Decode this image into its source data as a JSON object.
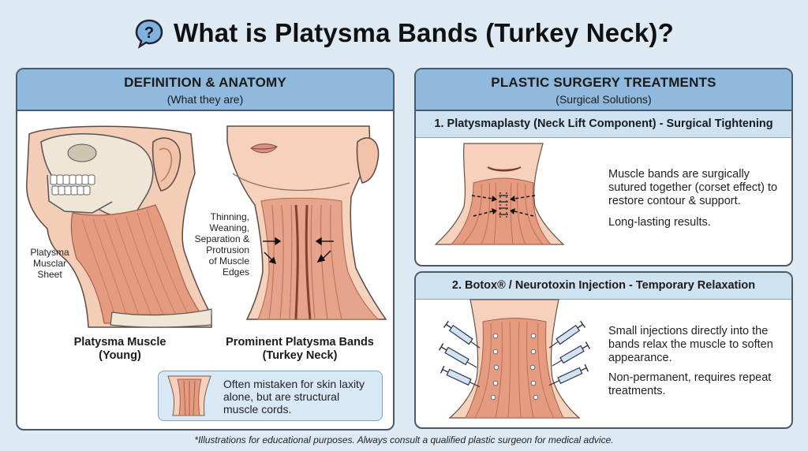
{
  "title": "What is Platysma Bands (Turkey Neck)?",
  "icons": {
    "title": "question-icon"
  },
  "left_panel": {
    "heading": "DEFINITION & ANATOMY",
    "subheading": "(What they are)",
    "young_label": "Platysma\nMusclar\nSheet",
    "young_caption": "Platysma Muscle\n(Young)",
    "aged_label": "Thinning,\nWeaning,\nSeparation &\nProtrusion\nof Muscle\nEdges",
    "aged_caption": "Prominent Platysma Bands\n(Turkey Neck)",
    "note": "Often mistaken for skin laxity alone, but are structural muscle cords."
  },
  "right_panel": {
    "heading": "PLASTIC SURGERY TREATMENTS",
    "subheading": "(Surgical Solutions)",
    "treatment1": {
      "title": "1. Platysmaplasty (Neck Lift Component) - Surgical Tightening",
      "desc": "Muscle bands are surgically sutured together (corset effect) to restore contour & support.",
      "result": "Long-lasting results."
    },
    "treatment2": {
      "title": "2. Botox® / Neurotoxin Injection - Temporary Relaxation",
      "desc": "Small injections directly into the bands relax the muscle to soften appearance.",
      "result": "Non-permanent, requires repeat treatments."
    }
  },
  "footer": "*Illustrations for educational purposes. Always consult a qualified plastic surgeon for medical advice.",
  "colors": {
    "background": "#dde9f3",
    "header_blue": "#8fb9dd",
    "muscle": "#e59f85",
    "skin": "#f6d2bd"
  }
}
